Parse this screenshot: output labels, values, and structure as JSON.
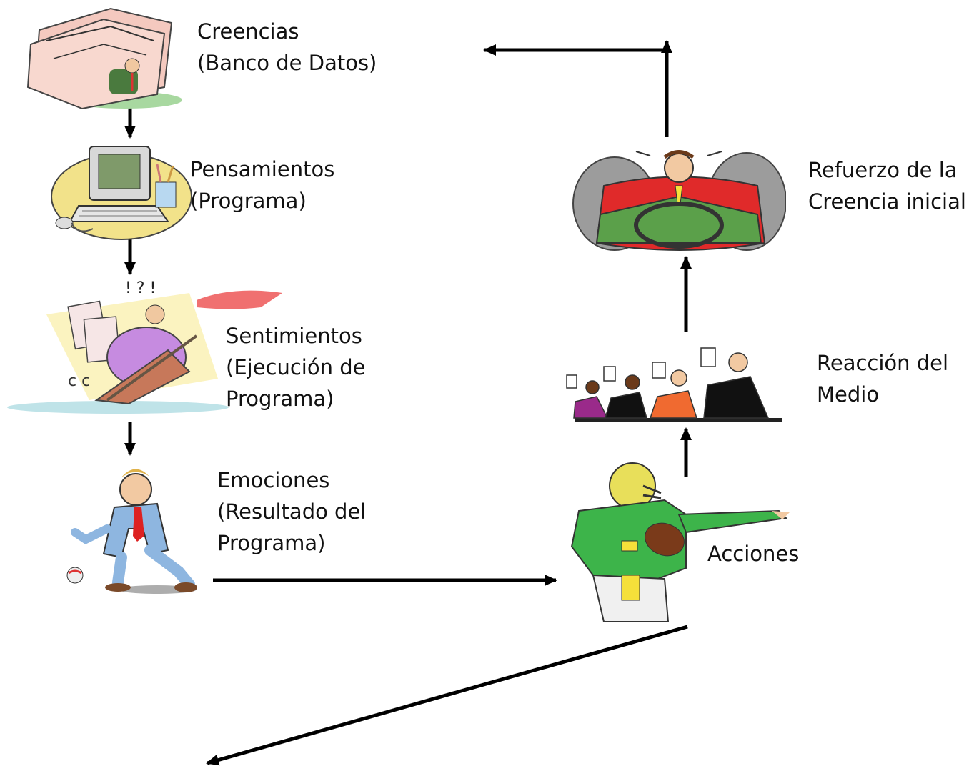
{
  "nodes": {
    "creencias": {
      "line1": "Creencias",
      "line2": "(Banco de Datos)"
    },
    "pensamientos": {
      "line1": "Pensamientos",
      "line2": "(Programa)"
    },
    "sentimientos": {
      "line1": "Sentimientos",
      "line2": "(Ejecución de",
      "line3": "Programa)"
    },
    "emociones": {
      "line1": "Emociones",
      "line2": "(Resultado del",
      "line3": "Programa)"
    },
    "acciones": {
      "line1": "Acciones"
    },
    "reaccion": {
      "line1": "Reacción del",
      "line2": "Medio"
    },
    "refuerzo": {
      "line1": "Refuerzo de la",
      "line2": "Creencia inicial"
    }
  },
  "colors": {
    "arrow": "#000000",
    "text": "#111111"
  }
}
